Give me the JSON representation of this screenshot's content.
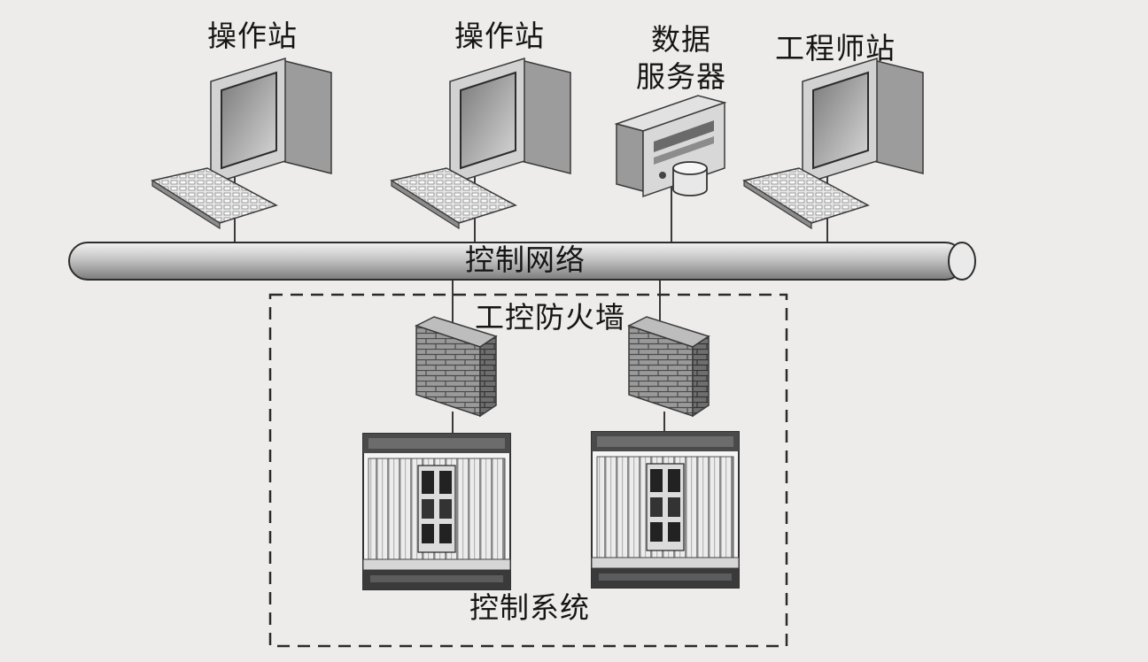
{
  "labels": {
    "operator_station_1": "操作站",
    "operator_station_2": "操作站",
    "data_server_line1": "数据",
    "data_server_line2": "服务器",
    "engineer_station": "工程师站",
    "control_network": "控制网络",
    "industrial_firewall": "工控防火墙",
    "control_system": "控制系统"
  },
  "colors": {
    "background": "#eeecea",
    "line": "#3a3a3a",
    "bus_fill": "#cfcfcf",
    "text": "#151515"
  },
  "icons": [
    "computer-icon",
    "server-icon",
    "database-icon",
    "firewall-icon",
    "controller-cabinet-icon"
  ]
}
